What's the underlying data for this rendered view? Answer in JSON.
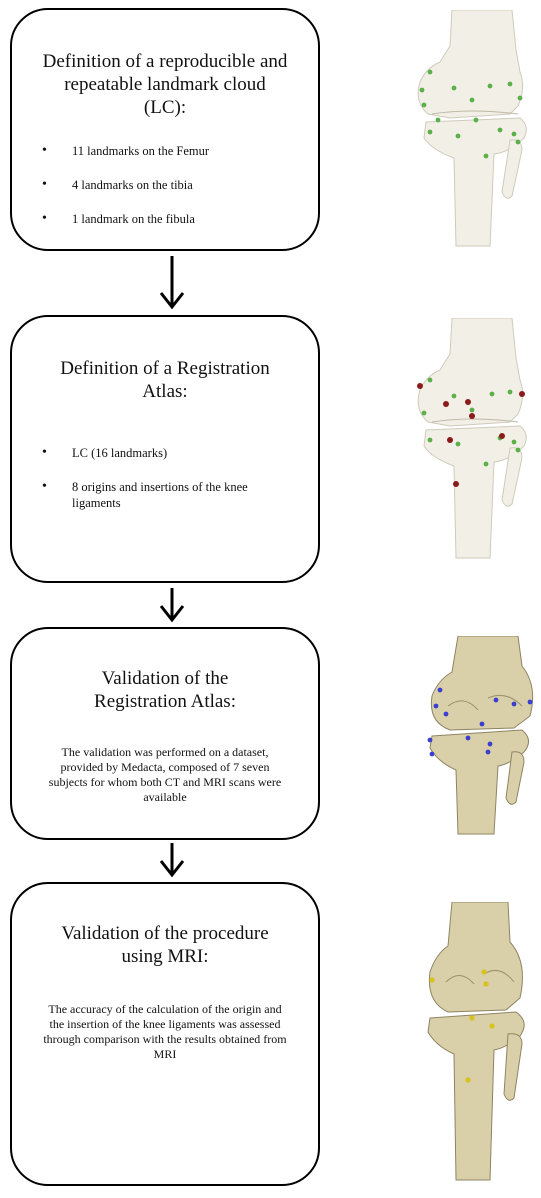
{
  "steps": [
    {
      "title": "Definition of a reproducible and repeatable landmark cloud (LC):",
      "bullets": [
        "11 landmarks on the Femur",
        "4 landmarks on the tibia",
        "1 landmark on the fibula"
      ]
    },
    {
      "title": "Definition of a Registration Atlas:",
      "bullets": [
        "LC (16 landmarks)",
        "8 origins and insertions of the knee ligaments"
      ]
    },
    {
      "title": "Validation of the Registration Atlas:",
      "body": "The validation was performed on a dataset, provided by Medacta, composed of 7 seven subjects for whom both CT and MRI scans were available"
    },
    {
      "title": "Validation of the procedure using MRI:",
      "body": "The accuracy of the calculation of the origin and the insertion of the knee ligaments was assessed through comparison with the results obtained from MRI"
    }
  ],
  "colors": {
    "landmark_lc": "#5bb04a",
    "landmark_ligament": "#8b1a1a",
    "landmark_validation": "#3b3fd0",
    "landmark_mri": "#d8c21c",
    "bone_plain": "#f2f0e6",
    "bone_textured": "#d9cfa8"
  }
}
